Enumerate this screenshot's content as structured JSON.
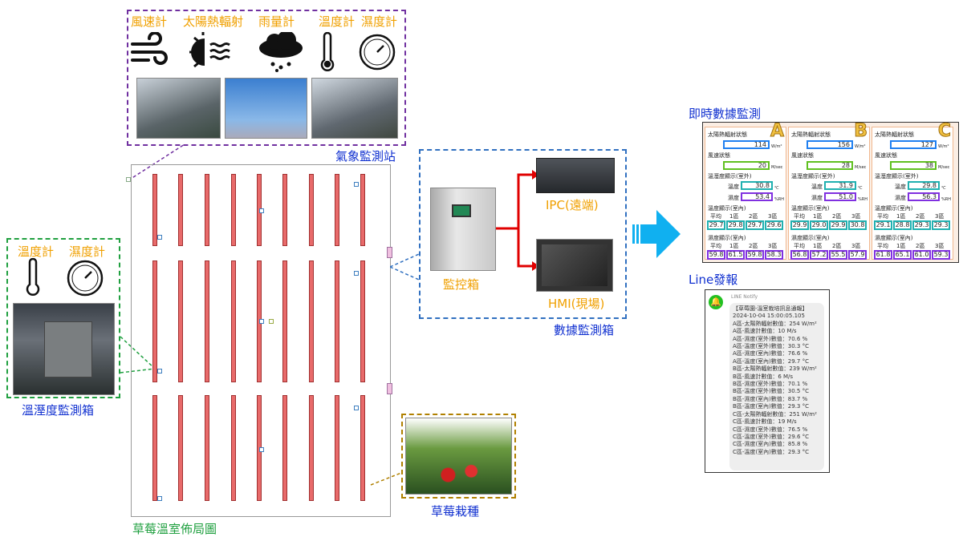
{
  "weather_station": {
    "title": "氣象監測站",
    "sensors": [
      {
        "label": "風速計",
        "icon": "wind-icon"
      },
      {
        "label": "太陽熱輻射",
        "icon": "sun-heat-icon"
      },
      {
        "label": "雨量計",
        "icon": "rain-cloud-icon"
      },
      {
        "label": "溫度計",
        "icon": "thermometer-icon"
      },
      {
        "label": "濕度計",
        "icon": "hygrometer-icon"
      }
    ],
    "color": "#7030a0"
  },
  "th_box": {
    "title": "溫溼度監測箱",
    "sensors": [
      {
        "label": "溫度計",
        "icon": "thermometer-icon"
      },
      {
        "label": "濕度計",
        "icon": "hygrometer-icon"
      }
    ],
    "color": "#20a040"
  },
  "greenhouse": {
    "title": "草莓溫室佈局圖"
  },
  "strawberry": {
    "title": "草莓栽種",
    "color": "#b08000"
  },
  "data_box": {
    "title": "數據監測箱",
    "control_box": "監控箱",
    "ipc": "IPC(遠端)",
    "hmi": "HMI(現場)",
    "color": "#3070c0"
  },
  "realtime": {
    "title": "即時數據監測",
    "labels": {
      "solar": "太陽熱輻射狀態",
      "wind": "風速狀態",
      "outdoor": "溫溼度顯示(室外)",
      "temp": "溫度",
      "hum": "濕度",
      "indoor_temp": "溫度顯示(室內)",
      "indoor_hum": "濕度顯示(室內)",
      "avg": "平均",
      "z1": "1區",
      "z2": "2區",
      "z3": "3區",
      "u_solar": "W/m²",
      "u_wind": "M/sec",
      "u_temp": "℃",
      "u_hum": "%RH"
    },
    "zones": [
      {
        "letter": "A",
        "solar": "114",
        "wind": "20",
        "temp": "30.8",
        "hum": "53.4",
        "indoor_temp": [
          "29.7",
          "29.8",
          "29.7",
          "29.6"
        ],
        "indoor_hum": [
          "59.8",
          "61.5",
          "59.8",
          "58.3"
        ]
      },
      {
        "letter": "B",
        "solar": "156",
        "wind": "28",
        "temp": "31.9",
        "hum": "51.0",
        "indoor_temp": [
          "29.9",
          "29.0",
          "29.9",
          "30.8"
        ],
        "indoor_hum": [
          "56.8",
          "57.2",
          "55.5",
          "57.9"
        ]
      },
      {
        "letter": "C",
        "solar": "127",
        "wind": "38",
        "temp": "29.8",
        "hum": "56.3",
        "indoor_temp": [
          "29.1",
          "28.8",
          "29.3",
          "29.3"
        ],
        "indoor_hum": [
          "61.8",
          "65.1",
          "61.0",
          "59.3"
        ]
      }
    ]
  },
  "line": {
    "title": "Line發報",
    "sender": "LINE Notify",
    "lines": [
      "【草莓園-溫室栽培訊息通報】",
      "2024-10-04 15:00:05.105",
      "A區-太陽熱輻射數值：254 W/m²",
      "A區-風速計數值：10 M/s",
      "A區-濕度(室外)數值：70.6 %",
      "A區-溫度(室外)數值：30.3 °C",
      "A區-濕度(室內)數值：76.6 %",
      "A區-溫度(室內)數值：29.7 °C",
      "B區-太陽熱輻射數值：239 W/m²",
      "B區-風速計數值：6 M/s",
      "B區-濕度(室外)數值：70.1 %",
      "B區-溫度(室外)數值：30.5 °C",
      "B區-濕度(室內)數值：83.7 %",
      "B區-溫度(室內)數值：29.3 °C",
      "C區-太陽熱輻射數值：251 W/m²",
      "C區-風速計數值：19 M/s",
      "C區-濕度(室外)數值：76.5 %",
      "C區-溫度(室外)數值：29.6 °C",
      "C區-濕度(室內)數值：85.8 %",
      "C區-溫度(室內)數值：29.3 °C"
    ]
  }
}
